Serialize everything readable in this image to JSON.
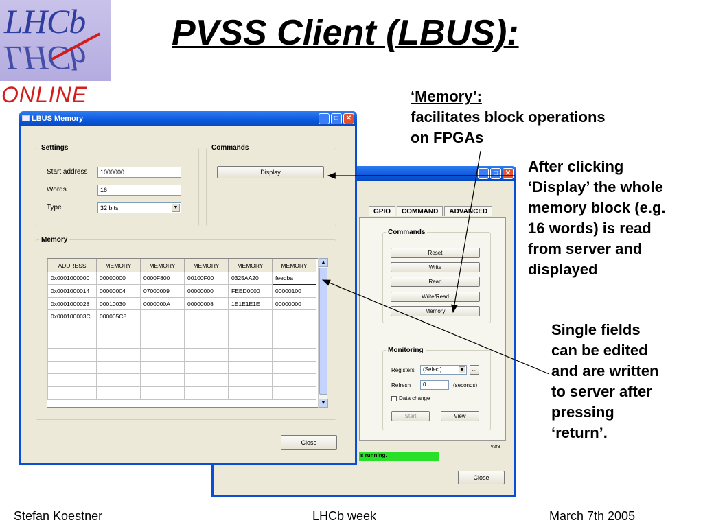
{
  "slide": {
    "title": "PVSS Client (LBUS):",
    "logo_text": "LHCb",
    "logo_subtext": "ONLINE",
    "footer": {
      "author": "Stefan Koestner",
      "event": "LHCb week",
      "date": "March 7th 2005"
    }
  },
  "annotations": {
    "memory_heading": "‘Memory’:",
    "memory_line1": "facilitates block operations",
    "memory_line2": "on FPGAs",
    "display_lines": [
      "After clicking",
      "‘Display’ the whole",
      "memory block (e.g.",
      "16 words) is read",
      "from server and",
      "displayed"
    ],
    "fields_lines": [
      "Single fields",
      "can be edited",
      "and are written",
      "to server after",
      "pressing",
      "‘return’."
    ]
  },
  "lbus_memory_window": {
    "title": "LBUS Memory",
    "settings": {
      "legend": "Settings",
      "start_address_label": "Start address",
      "start_address_value": "1000000",
      "words_label": "Words",
      "words_value": "16",
      "type_label": "Type",
      "type_value": "32 bits"
    },
    "commands": {
      "legend": "Commands",
      "display_label": "Display"
    },
    "memory": {
      "legend": "Memory",
      "columns": [
        "ADDRESS",
        "MEMORY",
        "MEMORY",
        "MEMORY",
        "MEMORY",
        "MEMORY"
      ],
      "rows": [
        [
          "0x0001000000",
          "00000000",
          "0000F800",
          "00100F00",
          "0325AA20",
          "feedba"
        ],
        [
          "0x0001000014",
          "00000004",
          "07000009",
          "00000000",
          "FEED0000",
          "00000100"
        ],
        [
          "0x0001000028",
          "00010030",
          "0000000A",
          "00000008",
          "1E1E1E1E",
          "00000000"
        ],
        [
          "0x000100003C",
          "000005C8",
          "",
          "",
          "",
          ""
        ],
        [
          "",
          "",
          "",
          "",
          "",
          ""
        ],
        [
          "",
          "",
          "",
          "",
          "",
          ""
        ],
        [
          "",
          "",
          "",
          "",
          "",
          ""
        ],
        [
          "",
          "",
          "",
          "",
          "",
          ""
        ],
        [
          "",
          "",
          "",
          "",
          "",
          ""
        ],
        [
          "",
          "",
          "",
          "",
          "",
          ""
        ]
      ]
    },
    "close_label": "Close"
  },
  "lbus_control_window": {
    "tabs": [
      "GPIO",
      "COMMAND",
      "ADVANCED"
    ],
    "commands": {
      "legend": "Commands",
      "buttons": [
        "Reset",
        "Write",
        "Read",
        "Write/Read",
        "Memory"
      ]
    },
    "monitoring": {
      "legend": "Monitoring",
      "registers_label": "Registers",
      "registers_value": "(Select)",
      "browse_label": "...",
      "refresh_label": "Refresh",
      "refresh_value": "0",
      "refresh_unit": "(seconds)",
      "data_change_label": "Data change",
      "start_label": "Start",
      "view_label": "View"
    },
    "version": "v2r3",
    "status_text": "s running.",
    "close_label": "Close"
  }
}
